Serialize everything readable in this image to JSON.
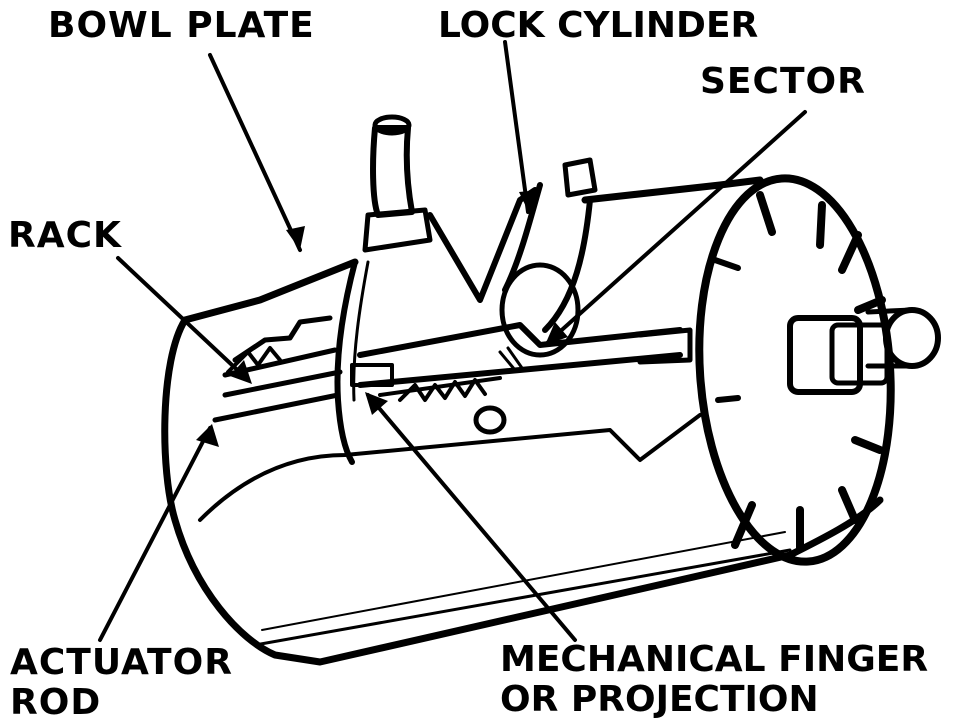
{
  "labels": {
    "bowl_plate": "BOWL PLATE",
    "lock_cylinder": "LOCK CYLINDER",
    "sector": "SECTOR",
    "rack": "RACK",
    "actuator_rod_line1": "ACTUATOR",
    "actuator_rod_line2": "ROD",
    "mech_finger_line1": "MECHANICAL FINGER",
    "mech_finger_line2": "OR PROJECTION"
  },
  "colors": {
    "ink": "#000000",
    "paper": "#ffffff"
  }
}
